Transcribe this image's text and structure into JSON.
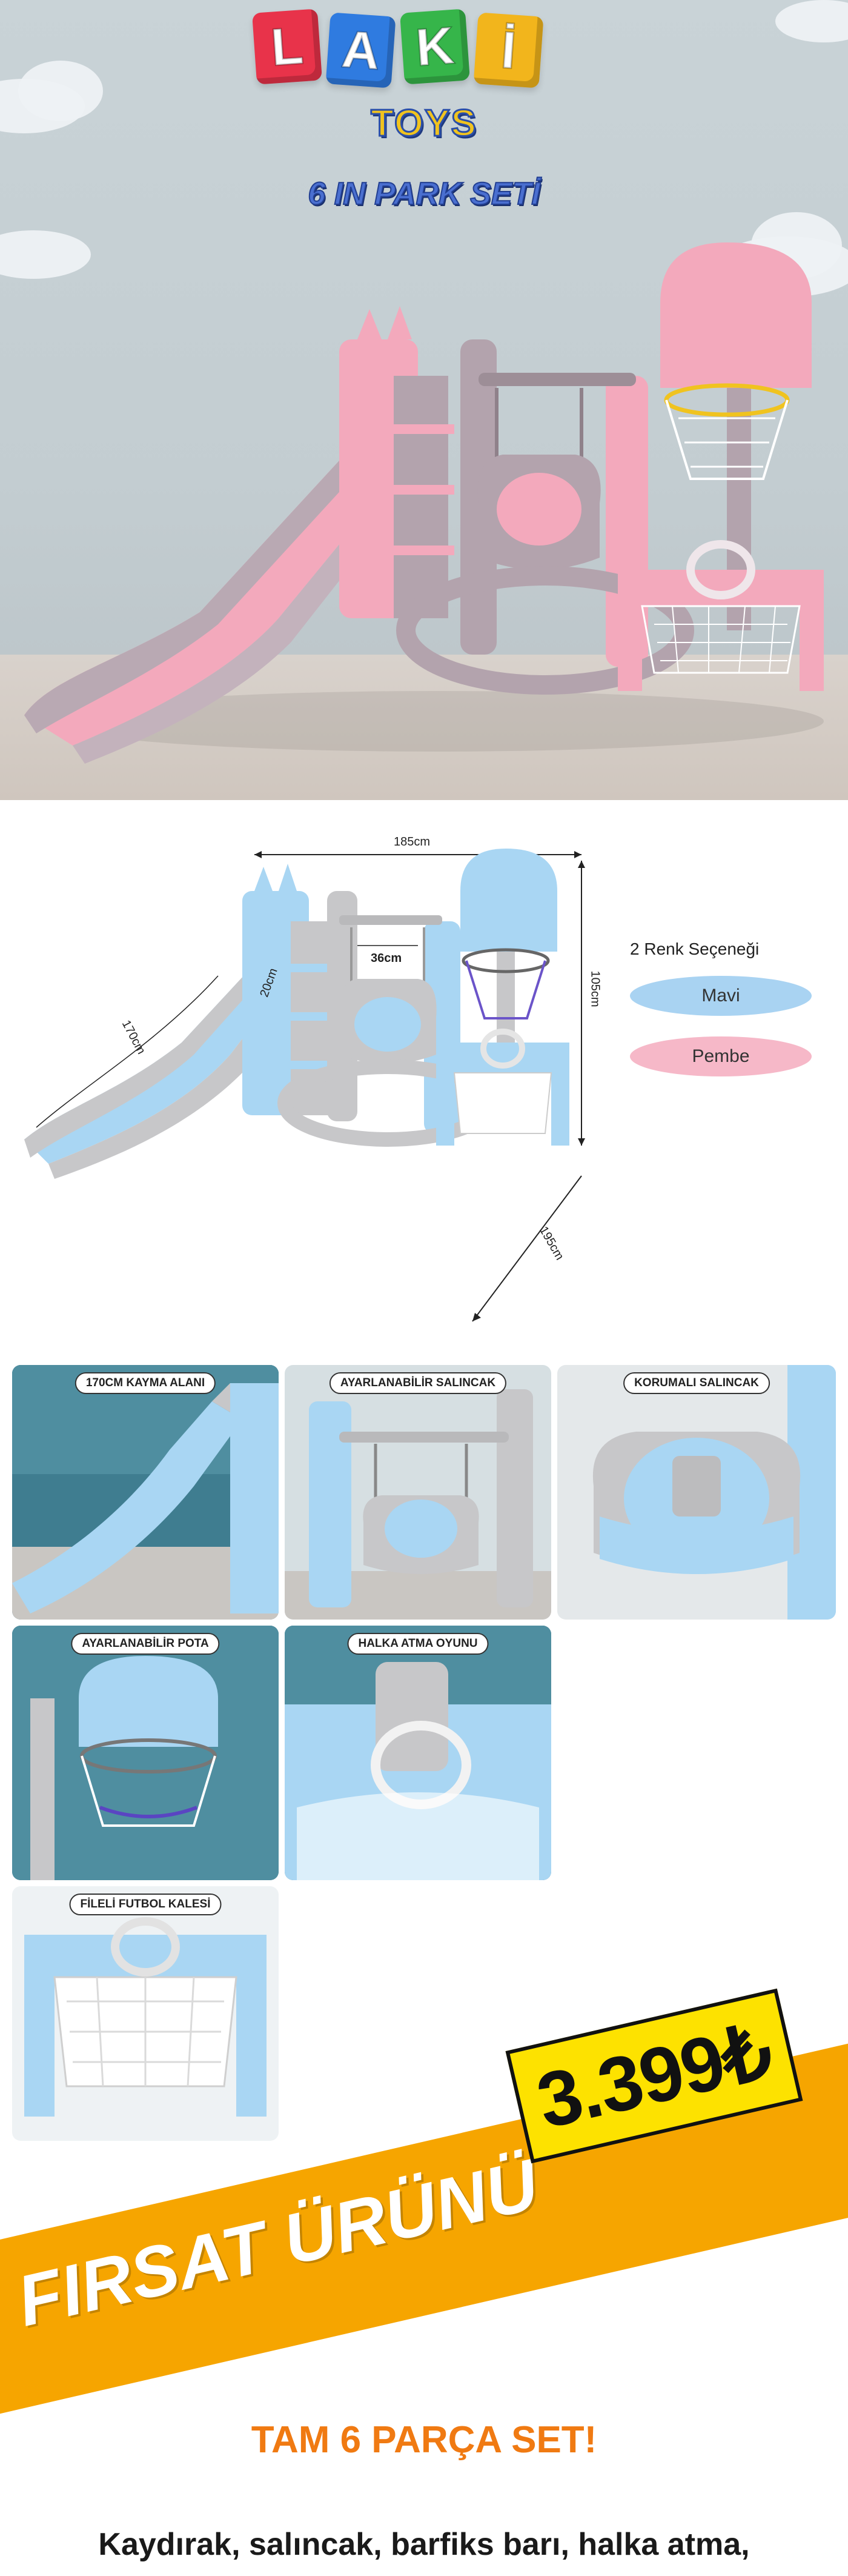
{
  "hero": {
    "logo_letters": [
      "L",
      "A",
      "K",
      "İ"
    ],
    "logo_colors": [
      "#e8334a",
      "#2f7be0",
      "#36b54a",
      "#f2b51c"
    ],
    "brand_sub": "TOYS",
    "set_name": "6 IN PARK SETİ",
    "product_color": "#f3a9bc",
    "frame_color": "#b3a3ad"
  },
  "specs": {
    "width": "185cm",
    "height": "105cm",
    "depth": "195cm",
    "slide_length": "170cm",
    "swing_width": "36cm",
    "side": "20cm",
    "color_options_title": "2 Renk Seçeneği",
    "colors": [
      {
        "label": "Mavi",
        "hex": "#a9d3f2"
      },
      {
        "label": "Pembe",
        "hex": "#f6b8c8"
      }
    ],
    "product_color": "#a9d6f3",
    "frame_color": "#c7c7c9"
  },
  "features": [
    {
      "label": "170CM KAYMA ALANI"
    },
    {
      "label": "AYARLANABİLİR SALINCAK"
    },
    {
      "label": "KORUMALI SALINCAK"
    },
    {
      "label": "AYARLANABİLİR POTA"
    },
    {
      "label": "HALKA ATMA OYUNU"
    },
    {
      "label": "FİLELİ FUTBOL KALESİ"
    }
  ],
  "promo": {
    "banner": "FIRSAT ÜRÜNÜ",
    "price": "3.399₺",
    "headline": "TAM 6 PARÇA SET!",
    "description": "Kaydırak, salıncak, barfiks barı, halka atma,"
  }
}
